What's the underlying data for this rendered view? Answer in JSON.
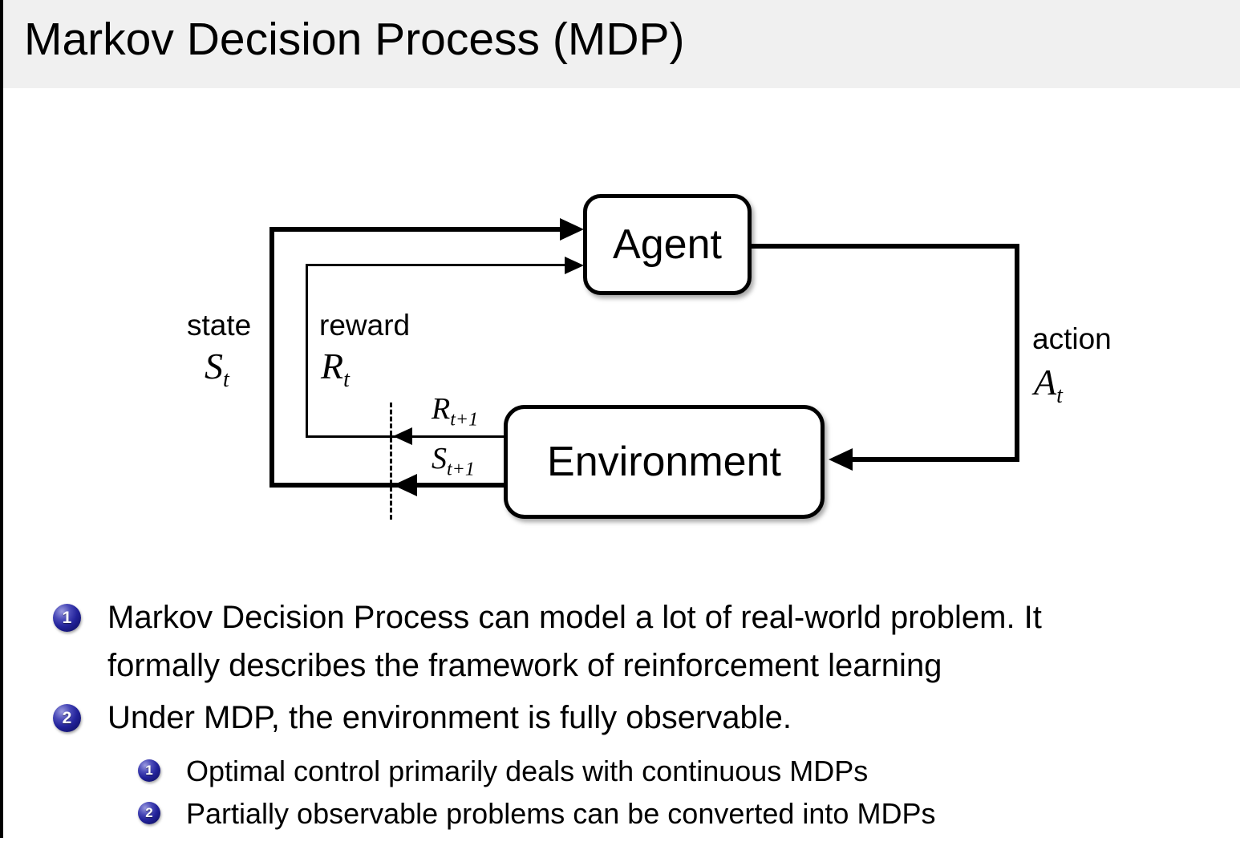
{
  "title": "Markov Decision Process (MDP)",
  "diagram": {
    "agent": "Agent",
    "environment": "Environment",
    "state": {
      "label": "state",
      "symbol": "S",
      "sub": "t"
    },
    "reward": {
      "label": "reward",
      "symbol": "R",
      "sub": "t"
    },
    "action": {
      "label": "action",
      "symbol": "A",
      "sub": "t"
    },
    "next_reward": {
      "symbol": "R",
      "sub": "t+1"
    },
    "next_state": {
      "symbol": "S",
      "sub": "t+1"
    }
  },
  "bullets": [
    {
      "number": "1",
      "lines": [
        "Markov Decision Process can model a lot of real-world problem. It",
        "formally describes the framework of reinforcement learning"
      ]
    },
    {
      "number": "2",
      "lines": [
        "Under MDP, the environment is fully observable."
      ],
      "subitems": [
        {
          "number": "1",
          "text": "Optimal control primarily deals with continuous MDPs"
        },
        {
          "number": "2",
          "text": "Partially observable problems can be converted into MDPs"
        }
      ]
    }
  ],
  "colors": {
    "title_band": "#f0f0f0",
    "bullet_ball": "#22229a",
    "line": "#000000",
    "background": "#ffffff"
  }
}
